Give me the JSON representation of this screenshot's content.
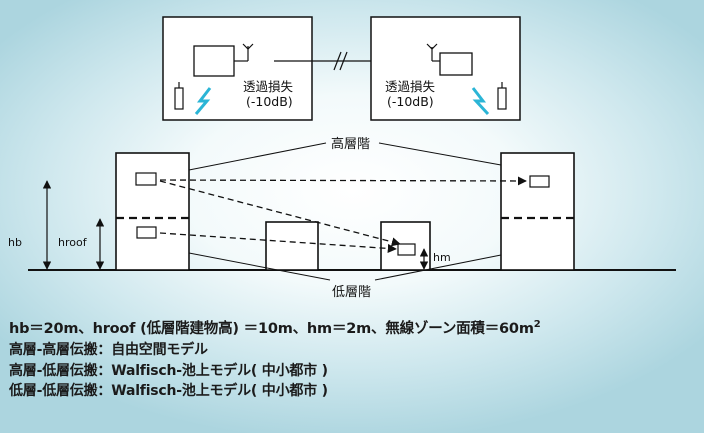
{
  "top_panels": {
    "left_label_line1": "透過損失",
    "left_label_line2": "(-10dB)",
    "right_label_line1": "透過損失",
    "right_label_line2": "(-10dB)"
  },
  "labels": {
    "high_floor": "高層階",
    "low_floor": "低層階",
    "hb": "hb",
    "hroof": "hroof",
    "hm": "hm"
  },
  "notes": {
    "params_text": "hb＝20m、hroof (低層階建物高) ＝10m、hm＝2m、無線ゾーン面積＝60m",
    "params_superscript": "2",
    "line2": "高層-高層伝搬：自由空間モデル",
    "line3": "高層-低層伝搬：Walfisch-池上モデル( 中小都市 )",
    "line4": "低層-低層伝搬：Walfisch-池上モデル( 中小都市 )"
  },
  "colors": {
    "lightning": "#2bb5d6",
    "ink": "#111111"
  }
}
